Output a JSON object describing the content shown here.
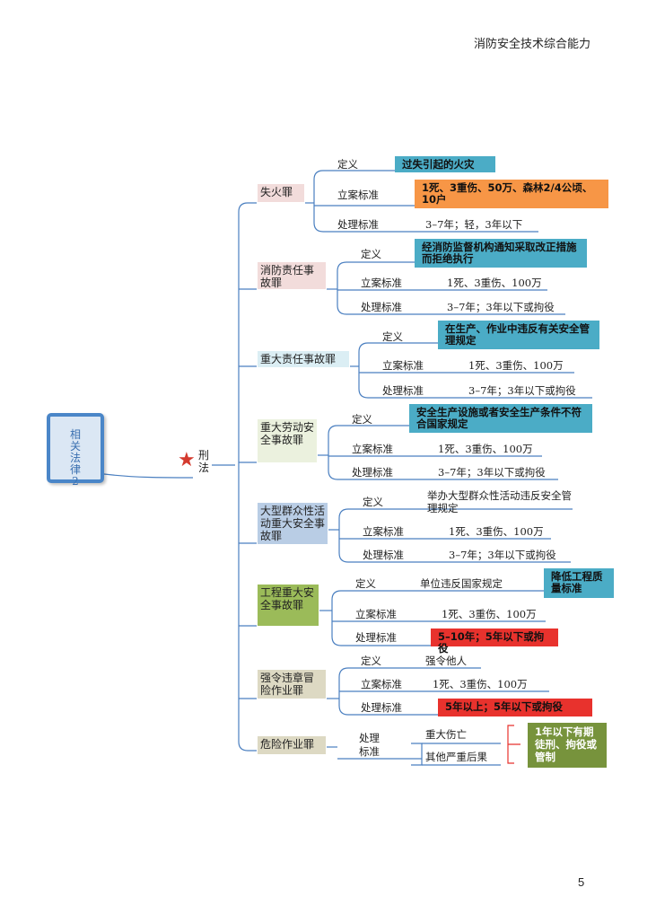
{
  "header": "消防安全技术综合能力",
  "page_number": "5",
  "root": "相关法律2",
  "law": "刑法",
  "colors": {
    "line": "#4a7fc0",
    "teal": "#4bacc6",
    "orange": "#f79646",
    "red": "#e8322d",
    "olive": "#77933c",
    "pink_cat": "#f2dcdb",
    "lightblue_cat": "#dbeef4",
    "green_cat": "#ebf1de",
    "blue_cat": "#b9cde5",
    "olive_cat": "#9bbb59",
    "tan_cat": "#ddd9c3"
  },
  "crimes": [
    {
      "name": "失火罪",
      "def_label": "定义",
      "def": "过失引起的火灾",
      "std_label": "立案标准",
      "std": "1死、3重伤、50万、森林2/4公顷、10户",
      "proc_label": "处理标准",
      "proc": "3–7年；轻，3年以下"
    },
    {
      "name": "消防责任事故罪",
      "def_label": "定义",
      "def": "经消防监督机构通知采取改正措施而拒绝执行",
      "std_label": "立案标准",
      "std": "1死、3重伤、100万",
      "proc_label": "处理标准",
      "proc": "3–7年；3年以下或拘役"
    },
    {
      "name": "重大责任事故罪",
      "def_label": "定义",
      "def": "在生产、作业中违反有关安全管理规定",
      "std_label": "立案标准",
      "std": "1死、3重伤、100万",
      "proc_label": "处理标准",
      "proc": "3–7年；3年以下或拘役"
    },
    {
      "name": "重大劳动安全事故罪",
      "def_label": "定义",
      "def": "安全生产设施或者安全生产条件不符合国家规定",
      "std_label": "立案标准",
      "std": "1死、3重伤、100万",
      "proc_label": "处理标准",
      "proc": "3–7年；3年以下或拘役"
    },
    {
      "name": "大型群众性活动重大安全事故罪",
      "def_label": "定义",
      "def": "举办大型群众性活动违反安全管理规定",
      "std_label": "立案标准",
      "std": "1死、3重伤、100万",
      "proc_label": "处理标准",
      "proc": "3–7年；3年以下或拘役"
    },
    {
      "name": "工程重大安全事故罪",
      "def_label": "定义",
      "def": "单位违反国家规定",
      "def_note": "降低工程质量标准",
      "std_label": "立案标准",
      "std": "1死、3重伤、100万",
      "proc_label": "处理标准",
      "proc": "5–10年；5年以下或拘役"
    },
    {
      "name": "强令违章冒险作业罪",
      "def_label": "定义",
      "def": "强令他人",
      "std_label": "立案标准",
      "std": "1死、3重伤、100万",
      "proc_label": "处理标准",
      "proc": "5年以上；5年以下或拘役"
    },
    {
      "name": "危险作业罪",
      "proc_label": "处理标准",
      "cond1": "重大伤亡",
      "cond2": "其他严重后果",
      "proc": "1年以下有期徒刑、拘役或管制"
    }
  ]
}
